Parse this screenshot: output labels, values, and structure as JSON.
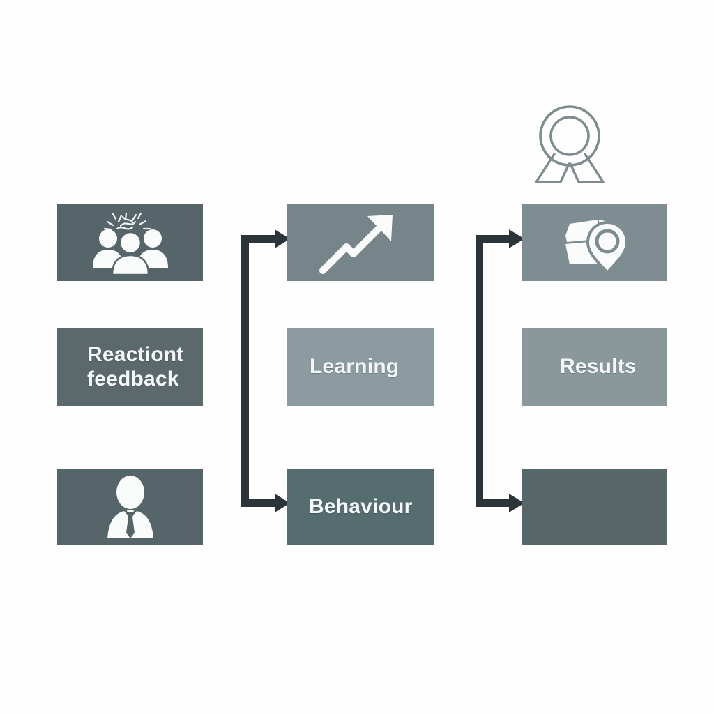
{
  "diagram": {
    "title": "Training evaluation levels flow diagram",
    "background_color": "#fefefe",
    "box_color_dark": "#566569",
    "box_color_mid": "#6d7b7f",
    "box_color_light": "#8b9ba0",
    "box_color_light_alt": "#8a989c",
    "arrow_color": "#2b3539",
    "ribbon_color": "#7d8c8e",
    "label_color": "#f4f7f7"
  },
  "columns": [
    {
      "id": "column-1",
      "icon_top": {
        "name": "people-group-icon",
        "fill": "#fafcfc",
        "box_color": "#566569"
      },
      "label": {
        "text": "Reactiont\nfeedback",
        "box_color": "#5b696d"
      },
      "icon_bottom": {
        "name": "businessperson-icon",
        "fill": "#fafcfc",
        "box_color": "#566569"
      }
    },
    {
      "id": "column-2",
      "icon_top": {
        "name": "growth-arrow-icon",
        "fill": "#fafcfc",
        "box_color": "#76858a"
      },
      "label": {
        "text": "Learning",
        "box_color": "#8b9ba0"
      },
      "icon_bottom": {
        "name": "",
        "box_color": "#566d70"
      },
      "label_bottom": {
        "text": "Behaviour",
        "box_color": "#566d70"
      }
    },
    {
      "id": "column-3",
      "icon_top": {
        "name": "map-pin-icon",
        "fill": "#fafcfc",
        "box_color": "#7d8d91"
      },
      "label": {
        "text": "Results",
        "box_color": "#8a989c"
      },
      "icon_bottom": {
        "name": "",
        "box_color": "#566669"
      }
    }
  ],
  "boxes": {
    "reaction_icon": "people-group-icon",
    "reaction_label": "Reactiont\nfeedback",
    "learning_icon": "growth-arrow-icon",
    "learning_label": "Learning",
    "behaviour_label": "Behaviour",
    "results_icon": "map-pin-icon",
    "results_label": "Results",
    "person_icon": "businessperson-icon",
    "empty_box_label": ""
  },
  "connectors": [
    {
      "id": "connector-1",
      "name": "bracket-arrow-left",
      "from": "column-1",
      "to": "column-2",
      "arrow_count": 2,
      "direction": "right",
      "color": "#2b3539"
    },
    {
      "id": "connector-2",
      "name": "bracket-arrow-right",
      "from": "column-2",
      "to": "column-3",
      "arrow_count": 2,
      "direction": "right",
      "color": "#2b3539"
    }
  ],
  "decorations": [
    {
      "id": "award-ribbon",
      "name": "award-ribbon-icon",
      "stroke": "#7d8c8e",
      "fill": "none"
    }
  ]
}
